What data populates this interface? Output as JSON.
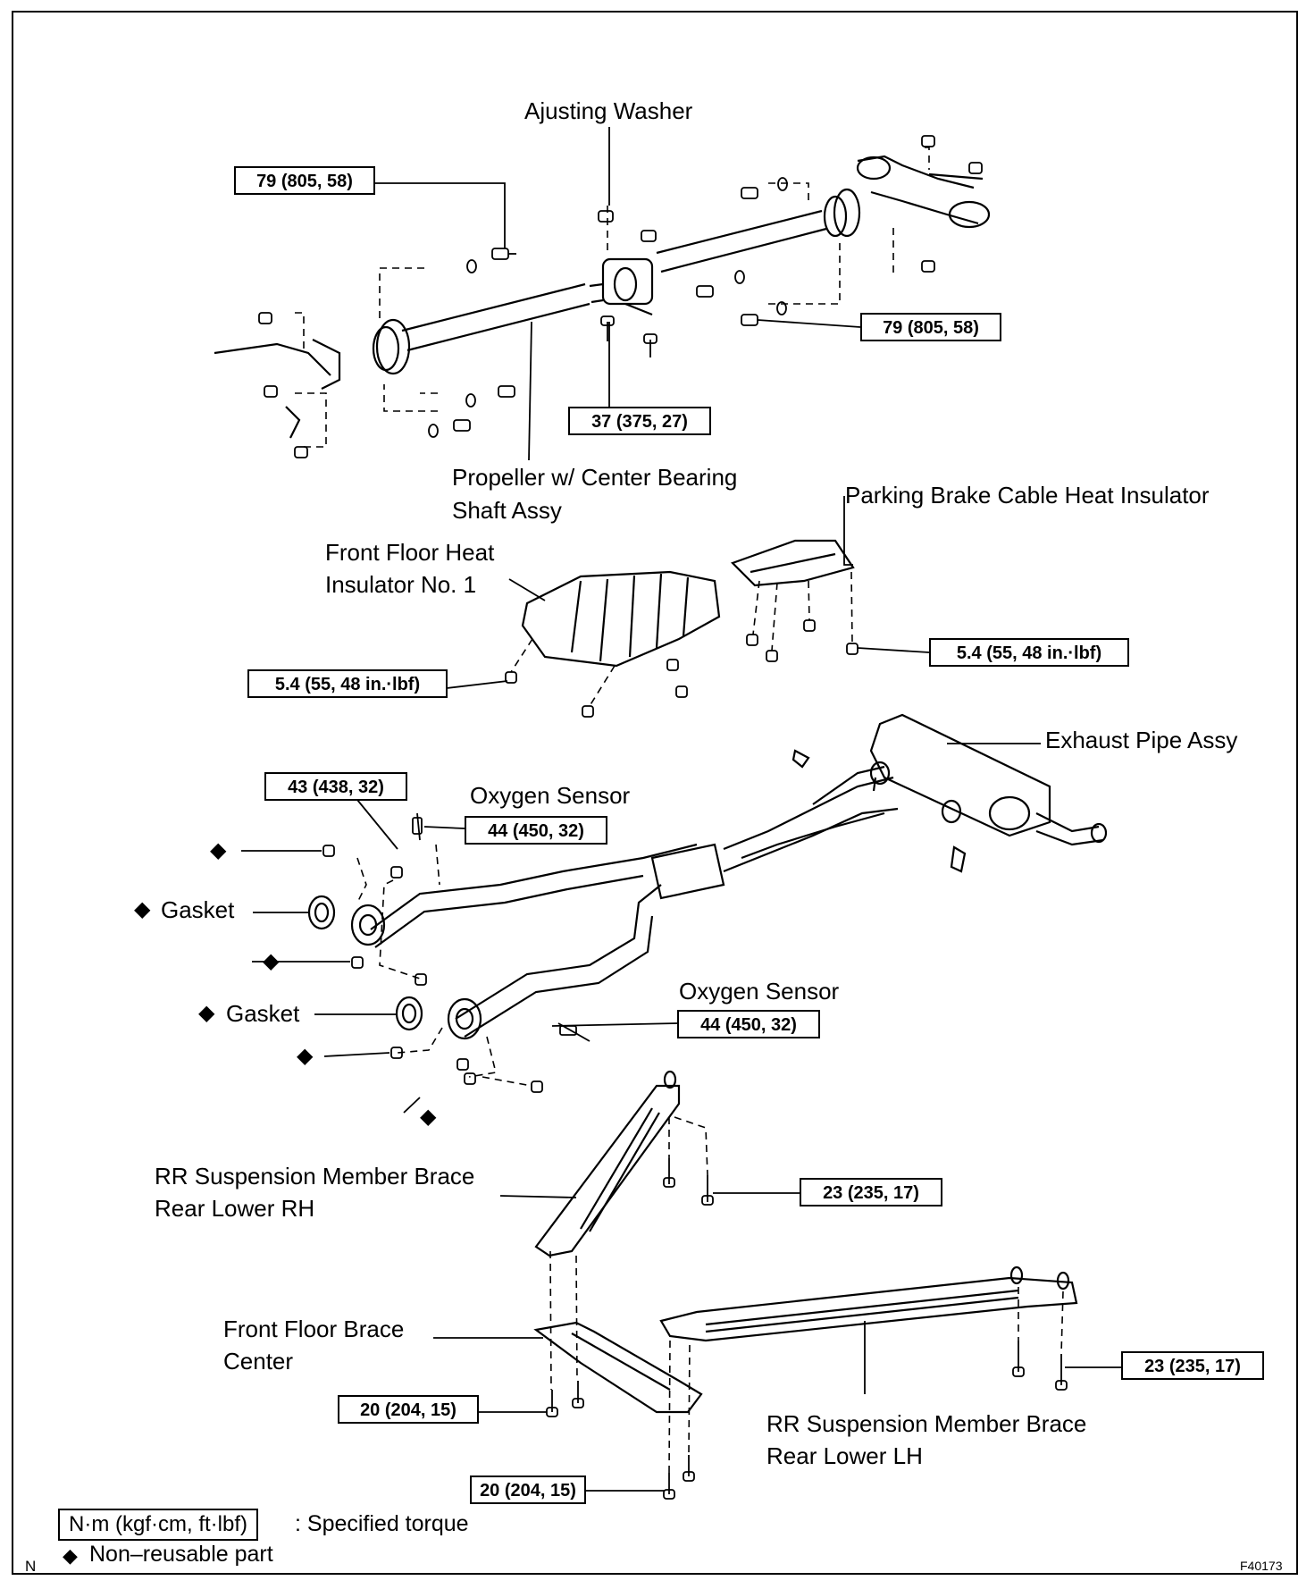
{
  "labels": {
    "adjusting_washer": "Ajusting Washer",
    "propeller_line1": "Propeller w/ Center Bearing",
    "propeller_line2": "Shaft Assy",
    "parking_brake": "Parking Brake Cable Heat Insulator",
    "front_floor_heat_line1": "Front Floor Heat",
    "front_floor_heat_line2": "Insulator No. 1",
    "exhaust_pipe": "Exhaust Pipe Assy",
    "oxygen_sensor_1": "Oxygen Sensor",
    "oxygen_sensor_2": "Oxygen Sensor",
    "gasket_1": "Gasket",
    "gasket_2": "Gasket",
    "rr_rh_line1": "RR Suspension Member Brace",
    "rr_rh_line2": "Rear Lower RH",
    "front_floor_brace_line1": "Front Floor Brace",
    "front_floor_brace_line2": "Center",
    "rr_lh_line1": "RR Suspension Member Brace",
    "rr_lh_line2": "Rear Lower LH"
  },
  "torques": {
    "prop_left": "79 (805, 58)",
    "prop_right": "79 (805, 58)",
    "center_bearing": "37 (375, 27)",
    "heat_insulator": "5.4 (55, 48 in.·lbf)",
    "parking_brake": "5.4 (55, 48 in.·lbf)",
    "front_flange": "43 (438, 32)",
    "oxygen_1": "44 (450, 32)",
    "oxygen_2": "44 (450, 32)",
    "brace_rh": "23 (235, 17)",
    "brace_lh": "23 (235, 17)",
    "floor_brace_1": "20 (204, 15)",
    "floor_brace_2": "20 (204, 15)"
  },
  "legend": {
    "torque_unit": "N·m (kgf·cm, ft·lbf)",
    "torque_desc": ": Specified torque",
    "non_reusable": "Non–reusable part",
    "diamond": "◆"
  },
  "footer": {
    "left_mark": "N",
    "figure_id": "F40173"
  }
}
